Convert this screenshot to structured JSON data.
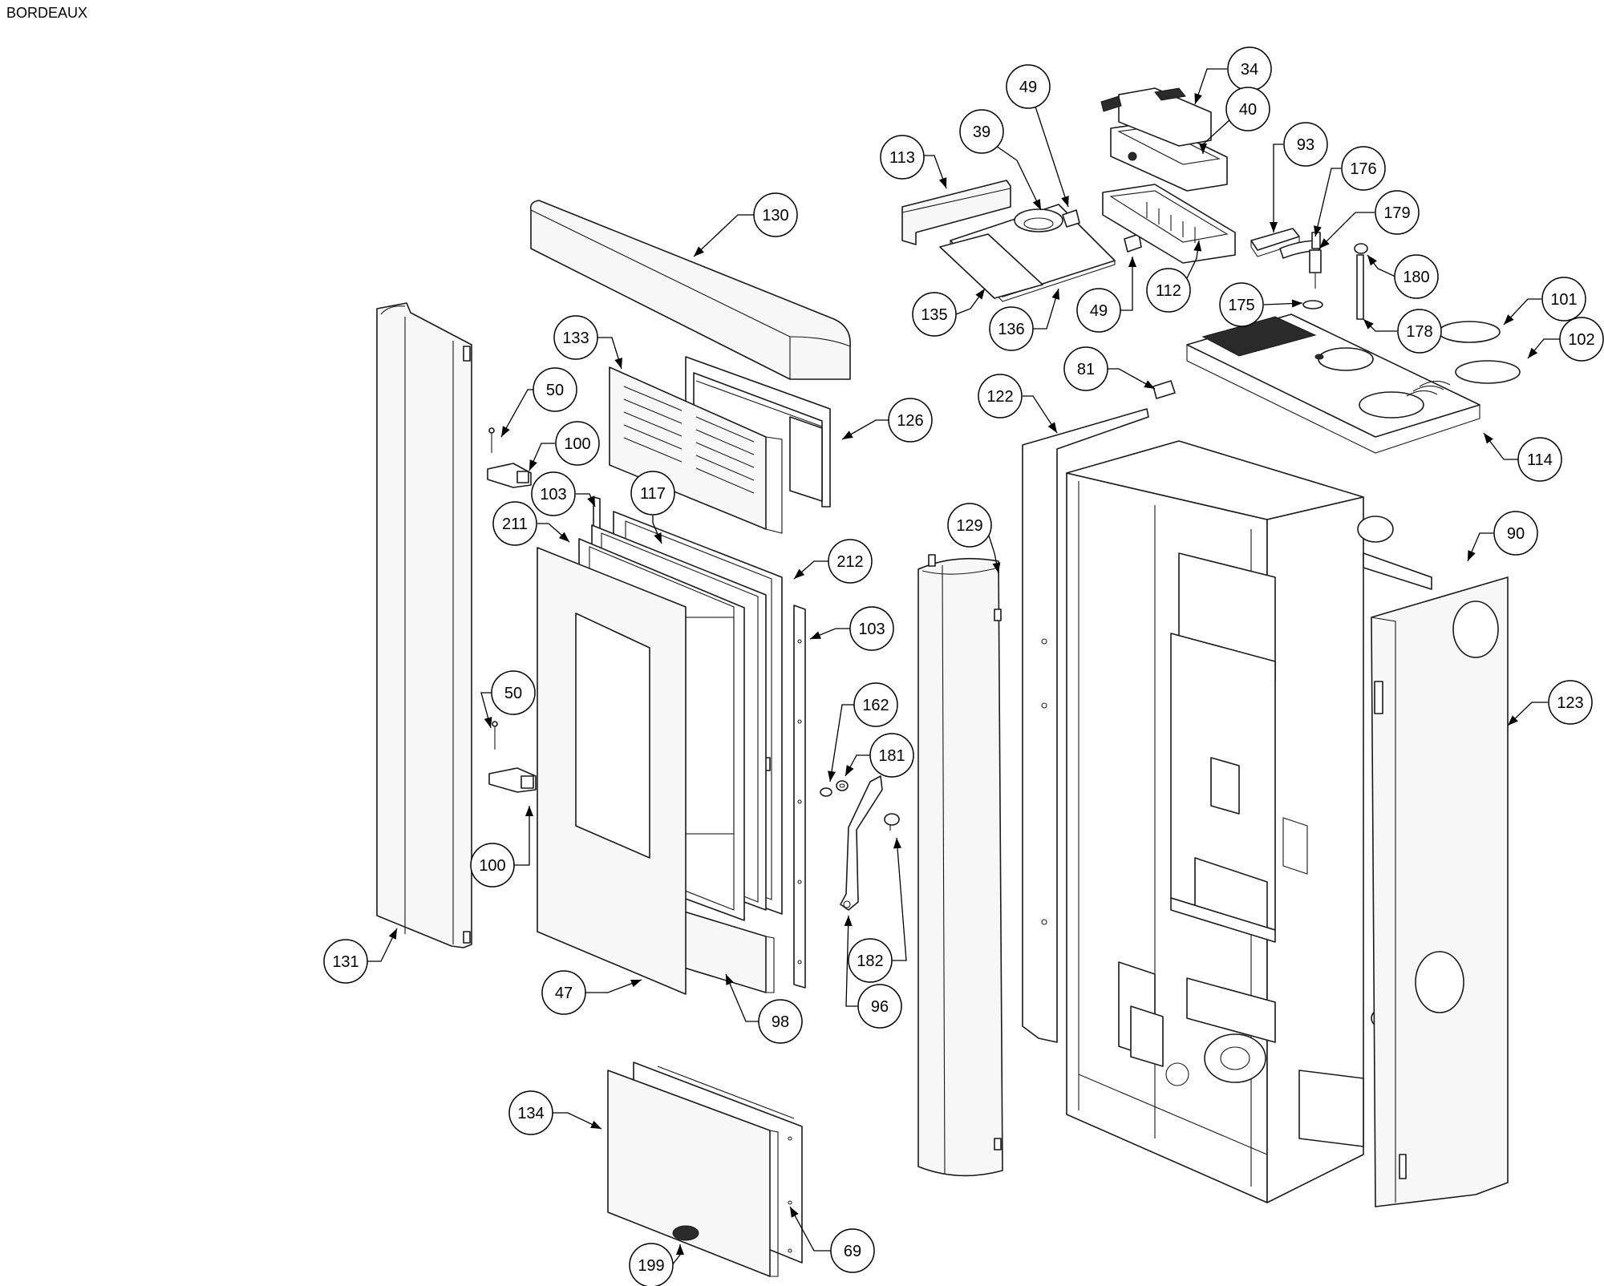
{
  "title": "BORDEAUX",
  "callouts": [
    {
      "label": "34"
    },
    {
      "label": "49"
    },
    {
      "label": "40"
    },
    {
      "label": "39"
    },
    {
      "label": "93"
    },
    {
      "label": "113"
    },
    {
      "label": "176"
    },
    {
      "label": "179"
    },
    {
      "label": "130"
    },
    {
      "label": "180"
    },
    {
      "label": "175"
    },
    {
      "label": "101"
    },
    {
      "label": "112"
    },
    {
      "label": "135"
    },
    {
      "label": "136"
    },
    {
      "label": "49"
    },
    {
      "label": "178"
    },
    {
      "label": "102"
    },
    {
      "label": "133"
    },
    {
      "label": "81"
    },
    {
      "label": "50"
    },
    {
      "label": "122"
    },
    {
      "label": "126"
    },
    {
      "label": "100"
    },
    {
      "label": "114"
    },
    {
      "label": "103"
    },
    {
      "label": "117"
    },
    {
      "label": "211"
    },
    {
      "label": "129"
    },
    {
      "label": "90"
    },
    {
      "label": "212"
    },
    {
      "label": "103"
    },
    {
      "label": "162"
    },
    {
      "label": "50"
    },
    {
      "label": "123"
    },
    {
      "label": "181"
    },
    {
      "label": "100"
    },
    {
      "label": "182"
    },
    {
      "label": "131"
    },
    {
      "label": "47"
    },
    {
      "label": "96"
    },
    {
      "label": "98"
    },
    {
      "label": "134"
    },
    {
      "label": "69"
    },
    {
      "label": "199"
    }
  ]
}
